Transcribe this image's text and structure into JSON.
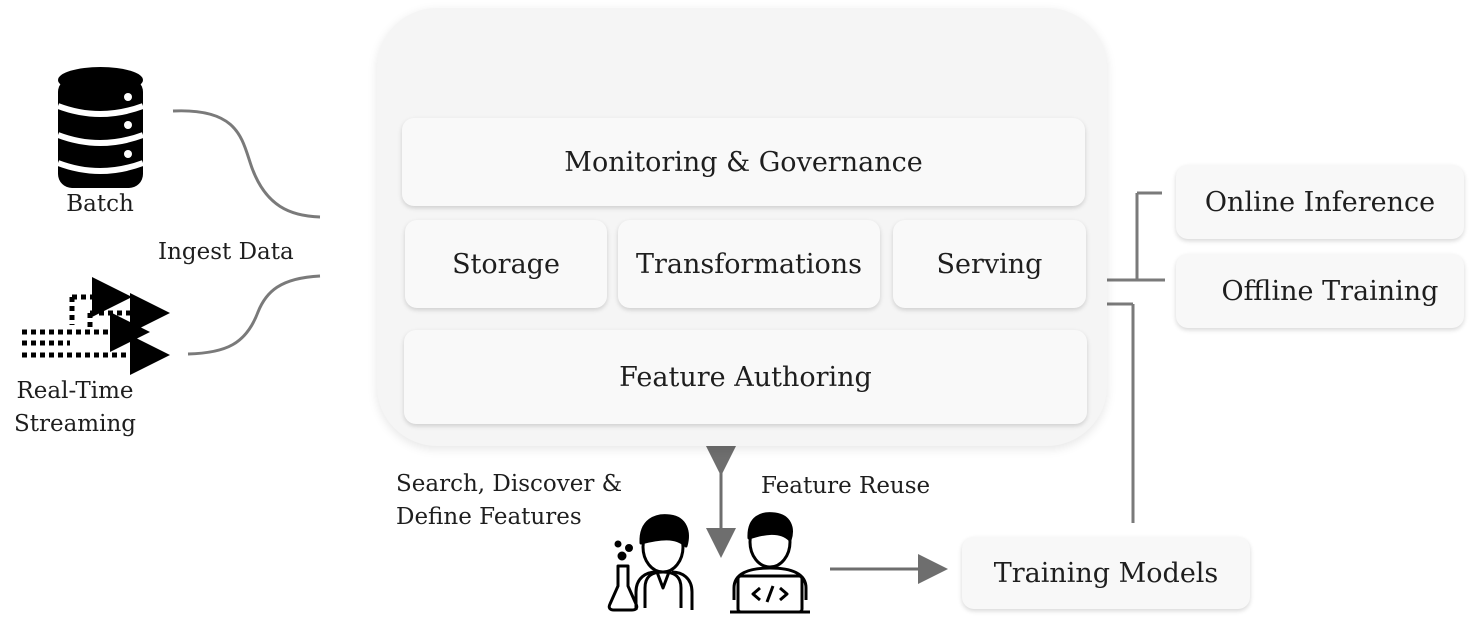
{
  "sources": {
    "batch_label": "Batch",
    "ingest_label": "Ingest Data",
    "streaming_line1": "Real-Time",
    "streaming_line2": "Streaming"
  },
  "store": {
    "monitoring": "Monitoring & Governance",
    "storage": "Storage",
    "transformations": "Transformations",
    "serving": "Serving",
    "feature_authoring": "Feature Authoring"
  },
  "outputs": {
    "online_inference": "Online Inference",
    "offline_training": "Offline Training",
    "training_models": "Training Models"
  },
  "users": {
    "search_line1": "Search, Discover &",
    "search_line2": "Define Features",
    "feature_reuse": "Feature Reuse"
  }
}
